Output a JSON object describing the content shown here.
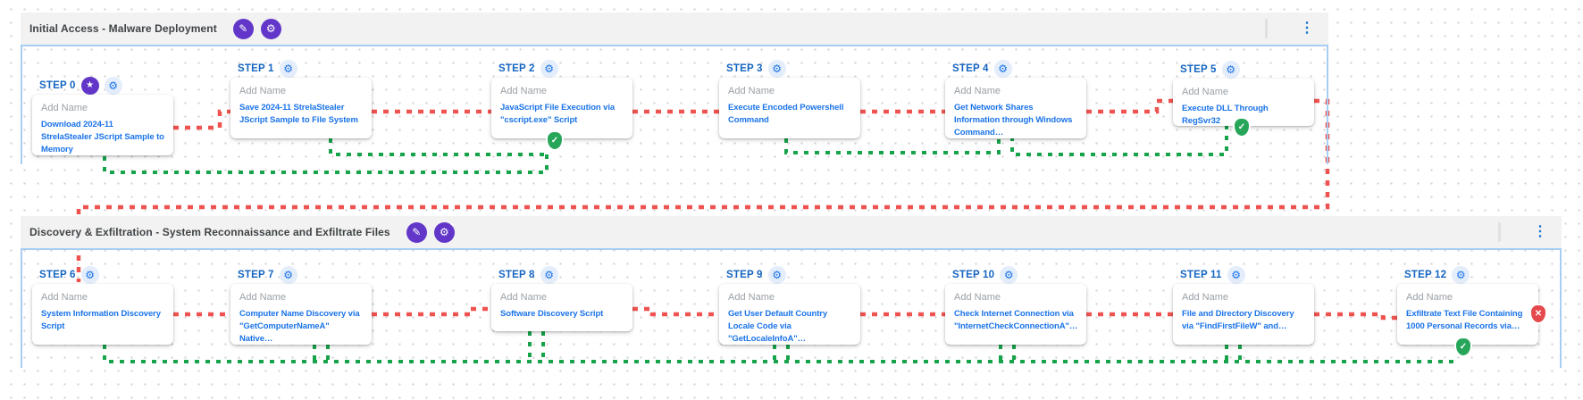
{
  "colors": {
    "accent_purple": "#6236c8",
    "link_blue": "#1a73e8",
    "step_label_blue": "#1565c0",
    "connector_red": "#ef5350",
    "connector_green": "#17a34a",
    "success_green": "#27a65a",
    "error_red": "#e5484d"
  },
  "sections": [
    {
      "title": "Initial Access - Malware Deployment",
      "tools": {
        "edit_icon": "pencil",
        "add_icon": "gear-plus",
        "menu_icon": "kebab-vertical"
      },
      "steps": [
        {
          "label": "STEP 0",
          "name_placeholder": "Add Name",
          "description": "Download 2024-11 StrelaStealer JScript Sample to Memory",
          "icons": [
            "star",
            "gear"
          ]
        },
        {
          "label": "STEP 1",
          "name_placeholder": "Add Name",
          "description": "Save 2024-11 StrelaStealer JScript Sample to File System",
          "icons": [
            "gear"
          ]
        },
        {
          "label": "STEP 2",
          "name_placeholder": "Add Name",
          "description": "JavaScript File Execution via \"cscript.exe\" Script",
          "icons": [
            "gear"
          ],
          "status": "success"
        },
        {
          "label": "STEP 3",
          "name_placeholder": "Add Name",
          "description": "Execute Encoded Powershell Command",
          "icons": [
            "gear"
          ]
        },
        {
          "label": "STEP 4",
          "name_placeholder": "Add Name",
          "description": "Get Network Shares Information through Windows Command…",
          "icons": [
            "gear"
          ]
        },
        {
          "label": "STEP 5",
          "name_placeholder": "Add Name",
          "description": "Execute DLL Through RegSvr32",
          "icons": [
            "gear"
          ],
          "status": "success"
        }
      ]
    },
    {
      "title": "Discovery & Exfiltration - System Reconnaissance and Exfiltrate Files",
      "tools": {
        "edit_icon": "pencil",
        "add_icon": "gear-plus",
        "menu_icon": "kebab-vertical"
      },
      "steps": [
        {
          "label": "STEP 6",
          "name_placeholder": "Add Name",
          "description": "System Information Discovery Script",
          "icons": [
            "gear"
          ]
        },
        {
          "label": "STEP 7",
          "name_placeholder": "Add Name",
          "description": "Computer Name Discovery via \"GetComputerNameA\" Native…",
          "icons": [
            "gear"
          ]
        },
        {
          "label": "STEP 8",
          "name_placeholder": "Add Name",
          "description": "Software Discovery Script",
          "icons": [
            "gear"
          ]
        },
        {
          "label": "STEP 9",
          "name_placeholder": "Add Name",
          "description": "Get User Default Country Locale Code via \"GetLocaleInfoA\"…",
          "icons": [
            "gear"
          ]
        },
        {
          "label": "STEP 10",
          "name_placeholder": "Add Name",
          "description": "Check Internet Connection via \"InternetCheckConnectionA\"…",
          "icons": [
            "gear"
          ]
        },
        {
          "label": "STEP 11",
          "name_placeholder": "Add Name",
          "description": "File and Directory Discovery via \"FindFirstFileW\" and…",
          "icons": [
            "gear"
          ]
        },
        {
          "label": "STEP 12",
          "name_placeholder": "Add Name",
          "description": "Exfiltrate Text File Containing 1000 Personal Records via…",
          "icons": [
            "gear"
          ],
          "status": "success",
          "side_status": "error"
        }
      ]
    }
  ]
}
